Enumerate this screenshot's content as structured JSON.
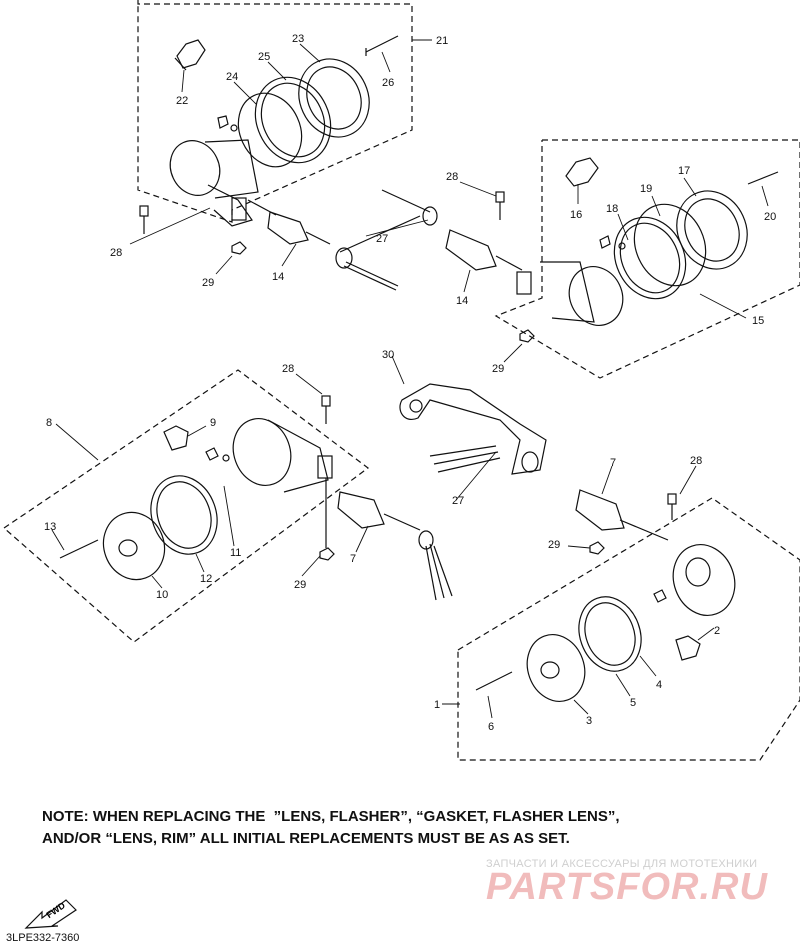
{
  "labels": [
    {
      "id": "21",
      "text": "21"
    },
    {
      "id": "22",
      "text": "22"
    },
    {
      "id": "23",
      "text": "23"
    },
    {
      "id": "24",
      "text": "24"
    },
    {
      "id": "25",
      "text": "25"
    },
    {
      "id": "26",
      "text": "26"
    },
    {
      "id": "28a",
      "text": "28"
    },
    {
      "id": "29a",
      "text": "29"
    },
    {
      "id": "14a",
      "text": "14"
    },
    {
      "id": "27a",
      "text": "27"
    },
    {
      "id": "28b",
      "text": "28"
    },
    {
      "id": "14b",
      "text": "14"
    },
    {
      "id": "16",
      "text": "16"
    },
    {
      "id": "17",
      "text": "17"
    },
    {
      "id": "18",
      "text": "18"
    },
    {
      "id": "19",
      "text": "19"
    },
    {
      "id": "20",
      "text": "20"
    },
    {
      "id": "15",
      "text": "15"
    },
    {
      "id": "29b",
      "text": "29"
    },
    {
      "id": "30",
      "text": "30"
    },
    {
      "id": "28c",
      "text": "28"
    },
    {
      "id": "8",
      "text": "8"
    },
    {
      "id": "9",
      "text": "9"
    },
    {
      "id": "13",
      "text": "13"
    },
    {
      "id": "11",
      "text": "11"
    },
    {
      "id": "12",
      "text": "12"
    },
    {
      "id": "10",
      "text": "10"
    },
    {
      "id": "27b",
      "text": "27"
    },
    {
      "id": "7a",
      "text": "7"
    },
    {
      "id": "29c",
      "text": "29"
    },
    {
      "id": "7b",
      "text": "7"
    },
    {
      "id": "28d",
      "text": "28"
    },
    {
      "id": "29d",
      "text": "29"
    },
    {
      "id": "2",
      "text": "2"
    },
    {
      "id": "4",
      "text": "4"
    },
    {
      "id": "5",
      "text": "5"
    },
    {
      "id": "3",
      "text": "3"
    },
    {
      "id": "1",
      "text": "1"
    },
    {
      "id": "6",
      "text": "6"
    }
  ],
  "note": {
    "line1": "NOTE: WHEN REPLACING THE  ”LENS, FLASHER”, “GASKET, FLASHER LENS”,",
    "line2": "AND/OR “LENS, RIM” ALL INITIAL REPLACEMENTS MUST BE AS AS SET."
  },
  "watermark": {
    "tagline": "ЗАПЧАСТИ И АКСЕССУАРЫ ДЛЯ МОТОТЕХНИКИ",
    "logo": "PARTSFOR.RU"
  },
  "fwd_text": "FWD",
  "code": "3LPE332-7360"
}
